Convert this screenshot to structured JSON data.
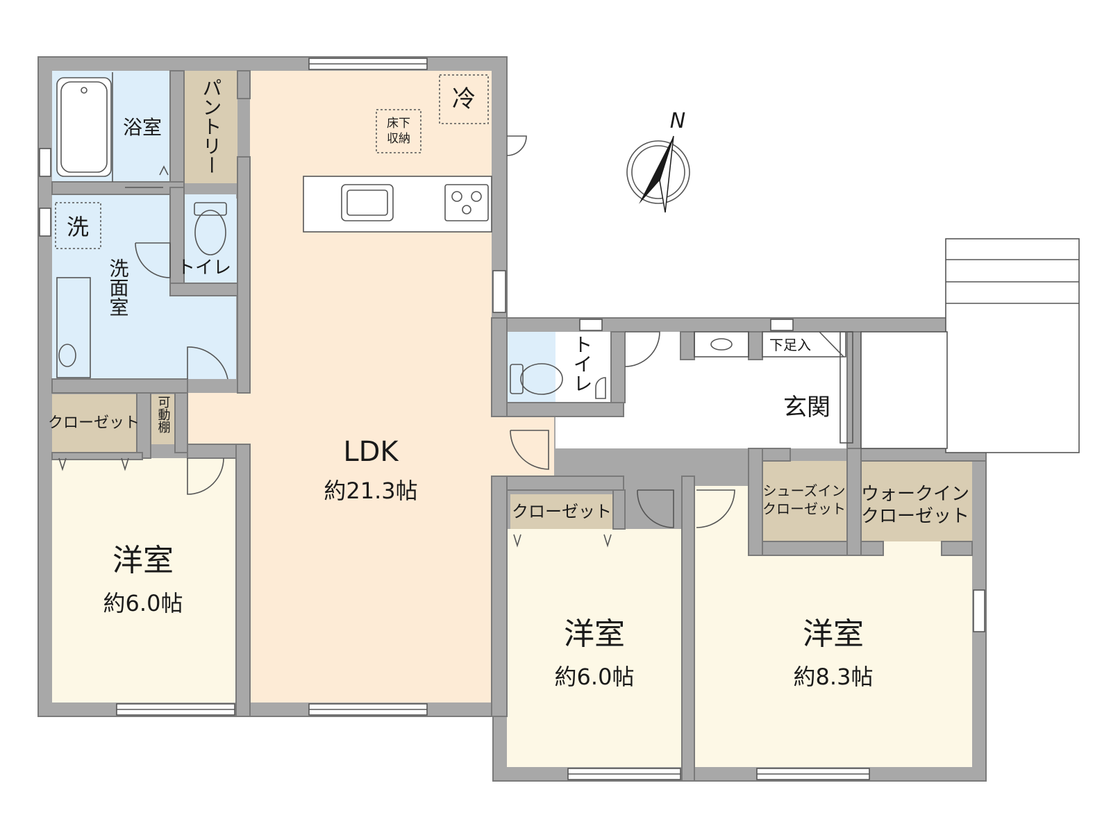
{
  "colors": {
    "wall": "#a8a8a8",
    "ldk_floor": "#fdebd6",
    "bedroom_floor": "#fdf8e6",
    "wet_area_floor": "#ddeefa",
    "storage_floor": "#d9cdb3",
    "entrance_floor": "#ffffff"
  },
  "rooms": {
    "bath": {
      "label": "浴室"
    },
    "pantry": {
      "label": "パントリー"
    },
    "fridge": {
      "label": "冷"
    },
    "underfloor_storage": {
      "line1": "床下",
      "line2": "収納"
    },
    "washer": {
      "label": "洗"
    },
    "washroom": {
      "label": "洗面室"
    },
    "toilet_1": {
      "label": "トイレ"
    },
    "toilet_2": {
      "label": "トイレ"
    },
    "closet_1": {
      "label": "クローゼット"
    },
    "adjustable_shelf": {
      "label": "可動棚"
    },
    "ldk": {
      "label": "LDK",
      "size": "約21.3帖"
    },
    "bedroom_1": {
      "label": "洋室",
      "size": "約6.0帖"
    },
    "closet_2": {
      "label": "クローゼット"
    },
    "bedroom_2": {
      "label": "洋室",
      "size": "約6.0帖"
    },
    "shoe_cabinet": {
      "label": "下足入"
    },
    "entrance": {
      "label": "玄関"
    },
    "shoes_in_closet": {
      "line1": "シューズイン",
      "line2": "クローゼット"
    },
    "walk_in_closet": {
      "line1": "ウォークイン",
      "line2": "クローゼット"
    },
    "bedroom_3": {
      "label": "洋室",
      "size": "約8.3帖"
    }
  },
  "compass": {
    "north_label": "N"
  }
}
